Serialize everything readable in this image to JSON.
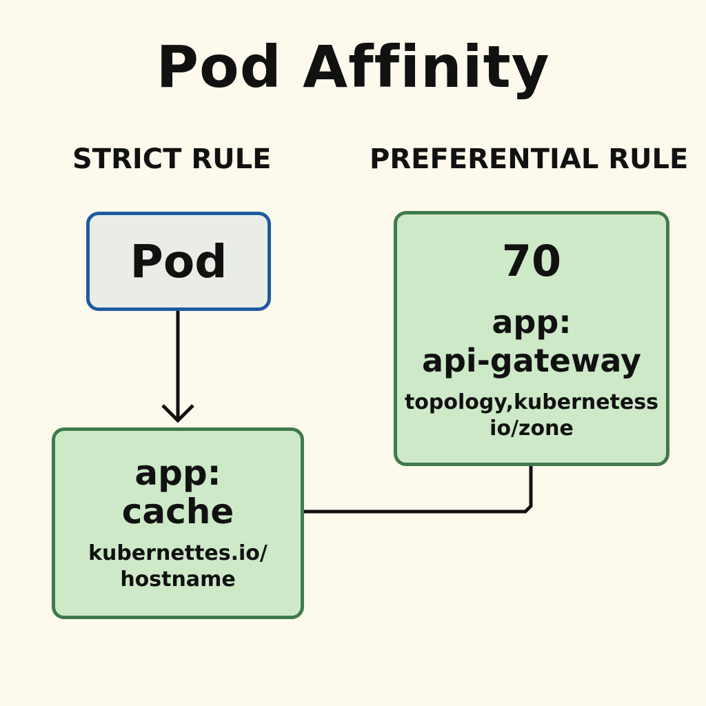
{
  "title": "Pod Affinity",
  "strict": {
    "heading": "STRICT RULE",
    "pod_label": "Pod",
    "target": {
      "line1": "app:",
      "line2": "cache",
      "topology1": "kubernettes.io/",
      "topology2": "hostname"
    }
  },
  "preferential": {
    "heading": "PREFERENTIAL RULE",
    "weight": "70",
    "line1": "app:",
    "line2": "api-gateway",
    "topology1": "topology,kubernetess",
    "topology2": "io/zone"
  },
  "colors": {
    "background": "#fdf9ec",
    "pod_border": "#1e5aa0",
    "green_fill": "#cde9c8",
    "green_border": "#3f7a4d"
  }
}
